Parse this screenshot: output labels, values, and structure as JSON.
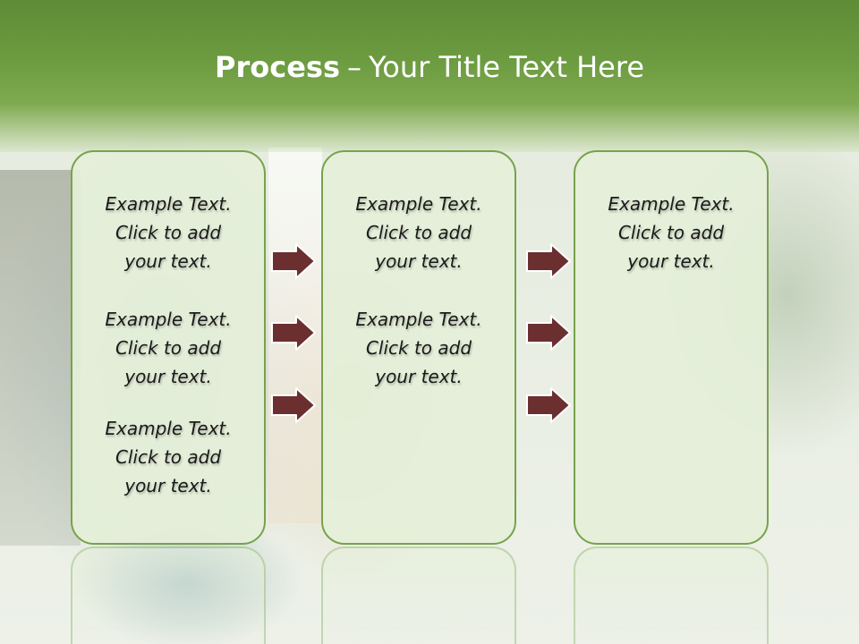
{
  "title": {
    "bold": "Process",
    "separator": "–",
    "rest": "Your Title Text Here"
  },
  "boxes": [
    {
      "blocks": [
        {
          "line1": "Example Text.",
          "line2": "Click  to add",
          "line3": "your text."
        },
        {
          "line1": "Example Text.",
          "line2": "Click  to add",
          "line3": "your text."
        },
        {
          "line1": "Example Text.",
          "line2": "Click  to add",
          "line3": "your text."
        }
      ]
    },
    {
      "blocks": [
        {
          "line1": "Example Text.",
          "line2": "Click  to add",
          "line3": "your text."
        },
        {
          "line1": "Example Text.",
          "line2": "Click  to add",
          "line3": "your text."
        }
      ]
    },
    {
      "blocks": [
        {
          "line1": "Example Text.",
          "line2": "Click  to add",
          "line3": "your text."
        }
      ]
    }
  ],
  "colors": {
    "title_bar": "#6c9b40",
    "box_border": "#77a24b",
    "box_fill": "#e4efd8",
    "arrow_fill": "#6b2f2f"
  },
  "icons": [
    "arrow-right-icon"
  ]
}
